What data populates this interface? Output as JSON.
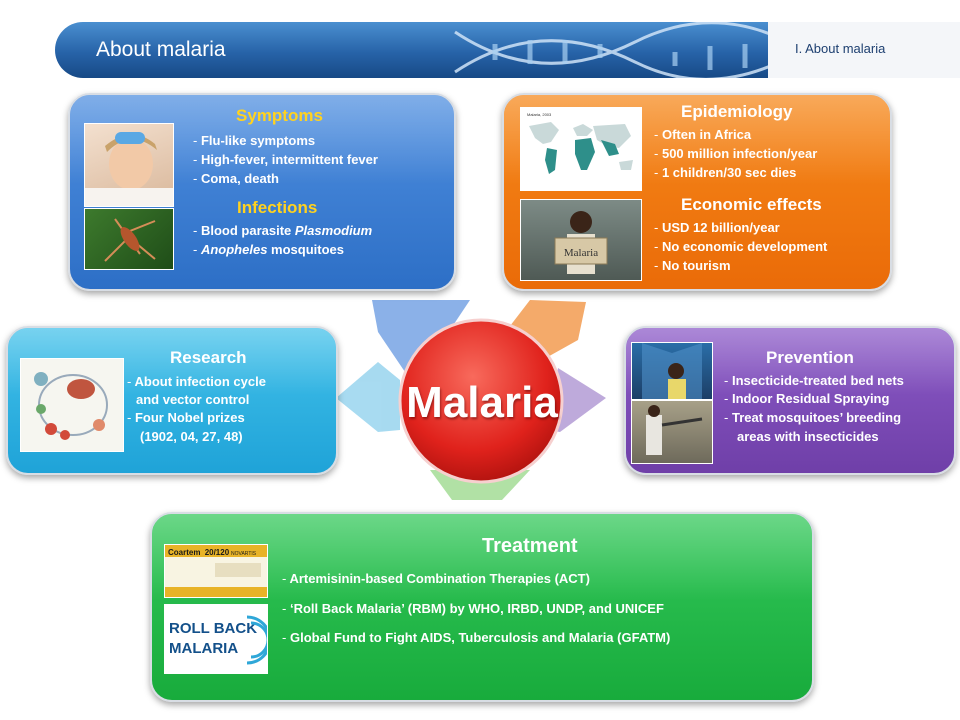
{
  "header": {
    "title": "About malaria",
    "section_label": "I.  About malaria"
  },
  "center": {
    "label": "Malaria"
  },
  "colors": {
    "symptoms": "#3a7fd4",
    "epidemiology": "#f07a10",
    "research": "#2bb0e0",
    "prevention": "#7a4ab5",
    "treatment": "#22b849",
    "center": "#e32a2a",
    "symptoms_title": "#ffd21f"
  },
  "symptoms": {
    "title": "Symptoms",
    "items": [
      "Flu-like symptoms",
      "High-fever, intermittent fever",
      "Coma, death"
    ]
  },
  "infections": {
    "title": "Infections",
    "item1_prefix": "Blood parasite ",
    "item1_italic": "Plasmodium",
    "item2_italic": "Anopheles",
    "item2_suffix": " mosquitoes"
  },
  "epidemiology": {
    "title": "Epidemiology",
    "items": [
      "Often in Africa",
      "500 million  infection/year",
      "1 children/30 sec dies"
    ],
    "map_caption": "Malaria, 2003"
  },
  "economic": {
    "title": "Economic effects",
    "items": [
      "USD 12 billion/year",
      "No economic development",
      "No tourism"
    ],
    "sign_text": "Malaria"
  },
  "research": {
    "title": "Research",
    "lines": [
      "About infection cycle",
      "and vector control",
      "Four Nobel prizes",
      "(1902, 04, 27, 48)"
    ]
  },
  "prevention": {
    "title": "Prevention",
    "lines": [
      "Insecticide-treated bed nets",
      "Indoor Residual Spraying",
      "Treat mosquitoes’ breeding",
      "areas with insecticides"
    ]
  },
  "treatment": {
    "title": "Treatment",
    "items": [
      "Artemisinin-based  Combination  Therapies (ACT)",
      "‘Roll Back Malaria’ (RBM) by WHO, IRBD, UNDP, and UNICEF",
      "Global Fund to Fight AIDS, Tuberculosis and Malaria (GFATM)"
    ],
    "coartem_brand": "Coartem",
    "coartem_dose": "20/120",
    "novartis": "NOVARTIS",
    "rbm_line1": "ROLL BACK",
    "rbm_line2": "MALARIA"
  },
  "bullet": "-"
}
